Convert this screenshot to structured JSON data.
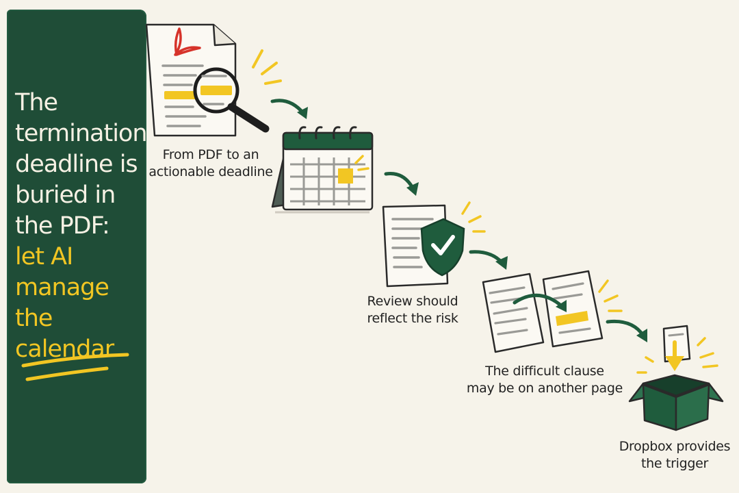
{
  "headline": {
    "lines": [
      "The",
      "termination",
      "deadline is",
      "buried in",
      "the PDF:"
    ],
    "highlight_lines": [
      "let AI",
      "manage",
      "the calendar"
    ]
  },
  "steps": [
    {
      "icon": "pdf-document-magnifier-icon",
      "label_lines": [
        "From PDF to an",
        "actionable deadline"
      ]
    },
    {
      "icon": "calendar-icon",
      "label_lines": []
    },
    {
      "icon": "document-shield-check-icon",
      "label_lines": [
        "Review should",
        "reflect the risk"
      ]
    },
    {
      "icon": "two-pages-arrow-icon",
      "label_lines": [
        "The difficult clause",
        "may be on another page"
      ]
    },
    {
      "icon": "dropbox-box-icon",
      "label_lines": [
        "Dropbox provides",
        "the trigger"
      ]
    }
  ],
  "colors": {
    "panel": "#1f4d37",
    "accent_yellow": "#f2c623",
    "arrow_green": "#1f5c3d",
    "pdf_red": "#d6332a",
    "background": "#f6f3ea"
  }
}
